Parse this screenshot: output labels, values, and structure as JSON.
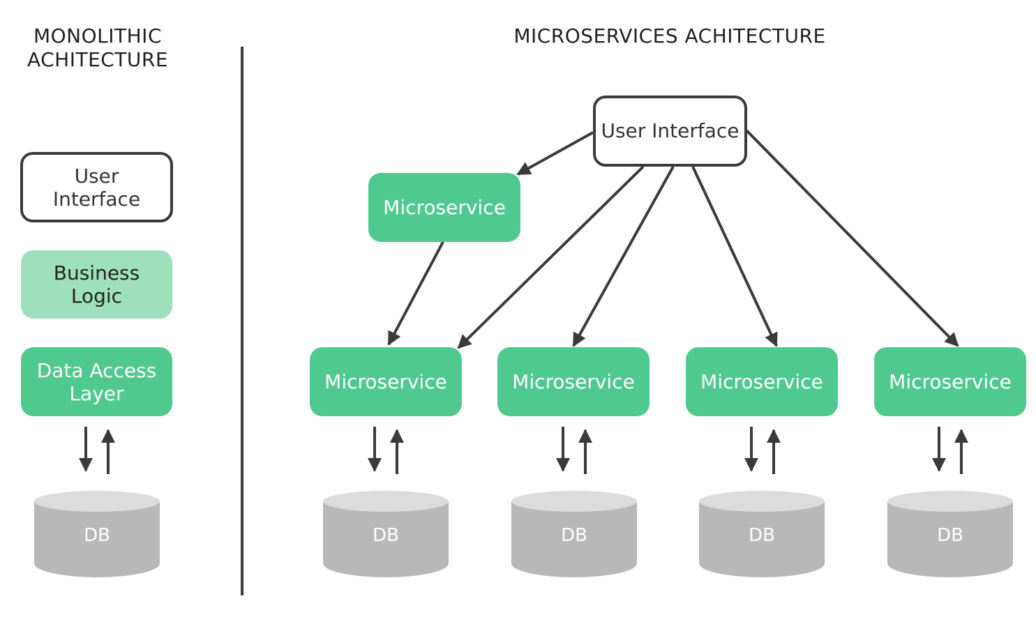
{
  "monolithic": {
    "title": "MONOLITHIC\nACHITECTURE",
    "user_interface": "User\nInterface",
    "business_logic": "Business\nLogic",
    "data_access_layer": "Data Access\nLayer",
    "db": "DB"
  },
  "microservices": {
    "title": "MICROSERVICES ACHITECTURE",
    "user_interface": "User Interface",
    "upper_service": "Microservice",
    "services": [
      {
        "label": "Microservice",
        "db": "DB"
      },
      {
        "label": "Microservice",
        "db": "DB"
      },
      {
        "label": "Microservice",
        "db": "DB"
      },
      {
        "label": "Microservice",
        "db": "DB"
      }
    ]
  },
  "colors": {
    "green": "#50c98e",
    "light_green": "#9ee0bd",
    "db_gray": "#b8b8b8",
    "db_top": "#dcdcdc",
    "line": "#3a3a3a"
  }
}
